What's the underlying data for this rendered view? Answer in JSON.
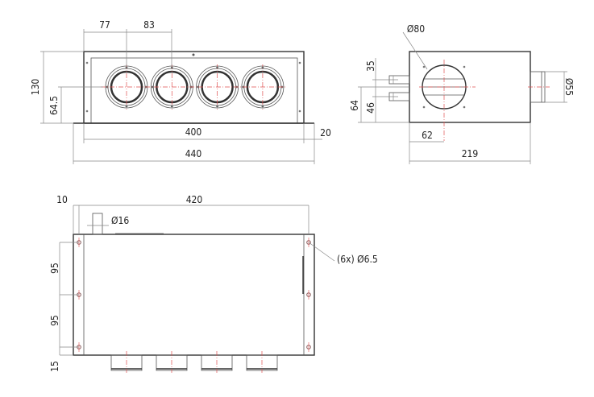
{
  "front_view": {
    "dims": {
      "pitch_first": "77",
      "pitch": "83",
      "height": "130",
      "axis_height": "64.5",
      "inner_width": "400",
      "flange": "20",
      "overall_width": "440"
    },
    "outlet_count": 4
  },
  "side_view": {
    "dims": {
      "outlet_diameter": "Ø80",
      "upper_fitting": "35",
      "total": "64",
      "lower_fitting": "46",
      "offset": "62",
      "depth": "219",
      "inlet_diameter": "Ø55"
    }
  },
  "top_view": {
    "dims": {
      "edge": "10",
      "length": "420",
      "pipe_diameter": "Ø16",
      "hole_spacing_1": "95",
      "hole_spacing_2": "95",
      "bottom": "15",
      "holes": "(6x) Ø6.5"
    }
  }
}
